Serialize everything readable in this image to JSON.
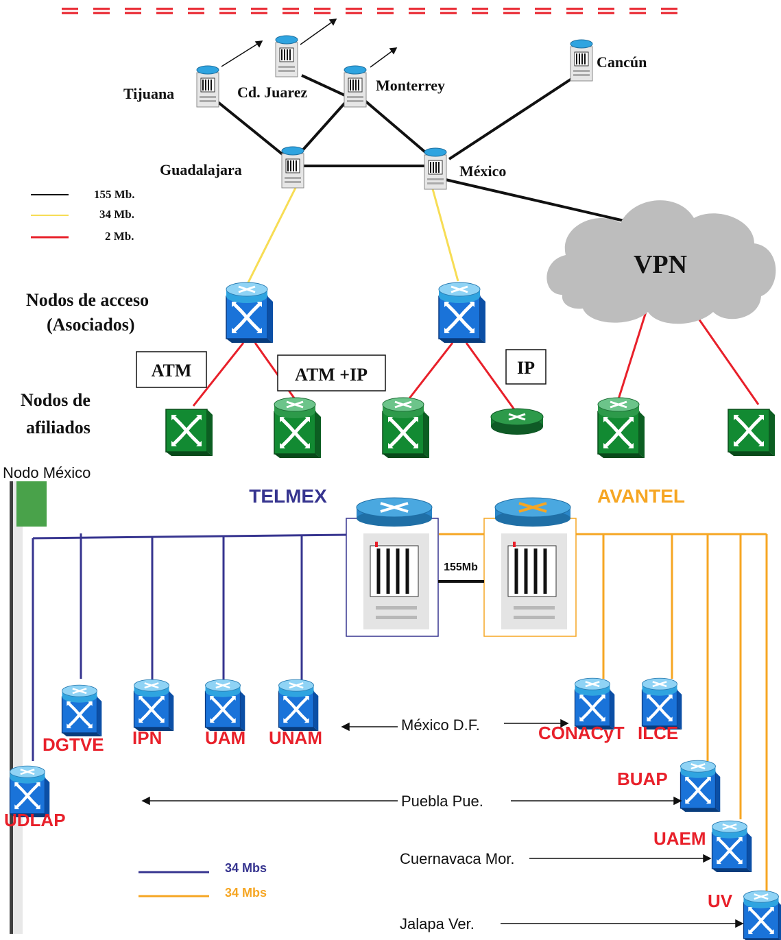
{
  "top": {
    "cities": {
      "tijuana": "Tijuana",
      "juarez": "Cd. Juarez",
      "monterrey": "Monterrey",
      "cancun": "Cancún",
      "guadalajara": "Guadalajara",
      "mexico": "México"
    },
    "legend": [
      {
        "label": "155 Mb.",
        "color": "#000000"
      },
      {
        "label": "34 Mb.",
        "color": "#f7dd55"
      },
      {
        "label": "2 Mb.",
        "color": "#e8202a"
      }
    ],
    "cloud_label": "VPN",
    "access_label_1": "Nodos de acceso",
    "access_label_2": "(Asociados)",
    "affiliate_label_1": "Nodos de",
    "affiliate_label_2": "afiliados",
    "box_atm": "ATM",
    "box_atmip": "ATM +IP",
    "box_ip": "IP"
  },
  "caption": "Nodo México",
  "bottom": {
    "telmex": "TELMEX",
    "avantel": "AVANTEL",
    "link": "155Mb",
    "nodes": {
      "dgtve": "DGTVE",
      "ipn": "IPN",
      "uam": "UAM",
      "unam": "UNAM",
      "conacyt": "CONACyT",
      "ilce": "ILCE",
      "udlap": "UDLAP",
      "buap": "BUAP",
      "uaem": "UAEM",
      "uv": "UV"
    },
    "places": {
      "df": "México D.F.",
      "puebla": "Puebla Pue.",
      "cuernavaca": "Cuernavaca Mor.",
      "jalapa": "Jalapa Ver."
    },
    "legend": [
      {
        "label": "34 Mbs",
        "color": "#36348f"
      },
      {
        "label": "34 Mbs",
        "color": "#f6a623"
      }
    ]
  }
}
